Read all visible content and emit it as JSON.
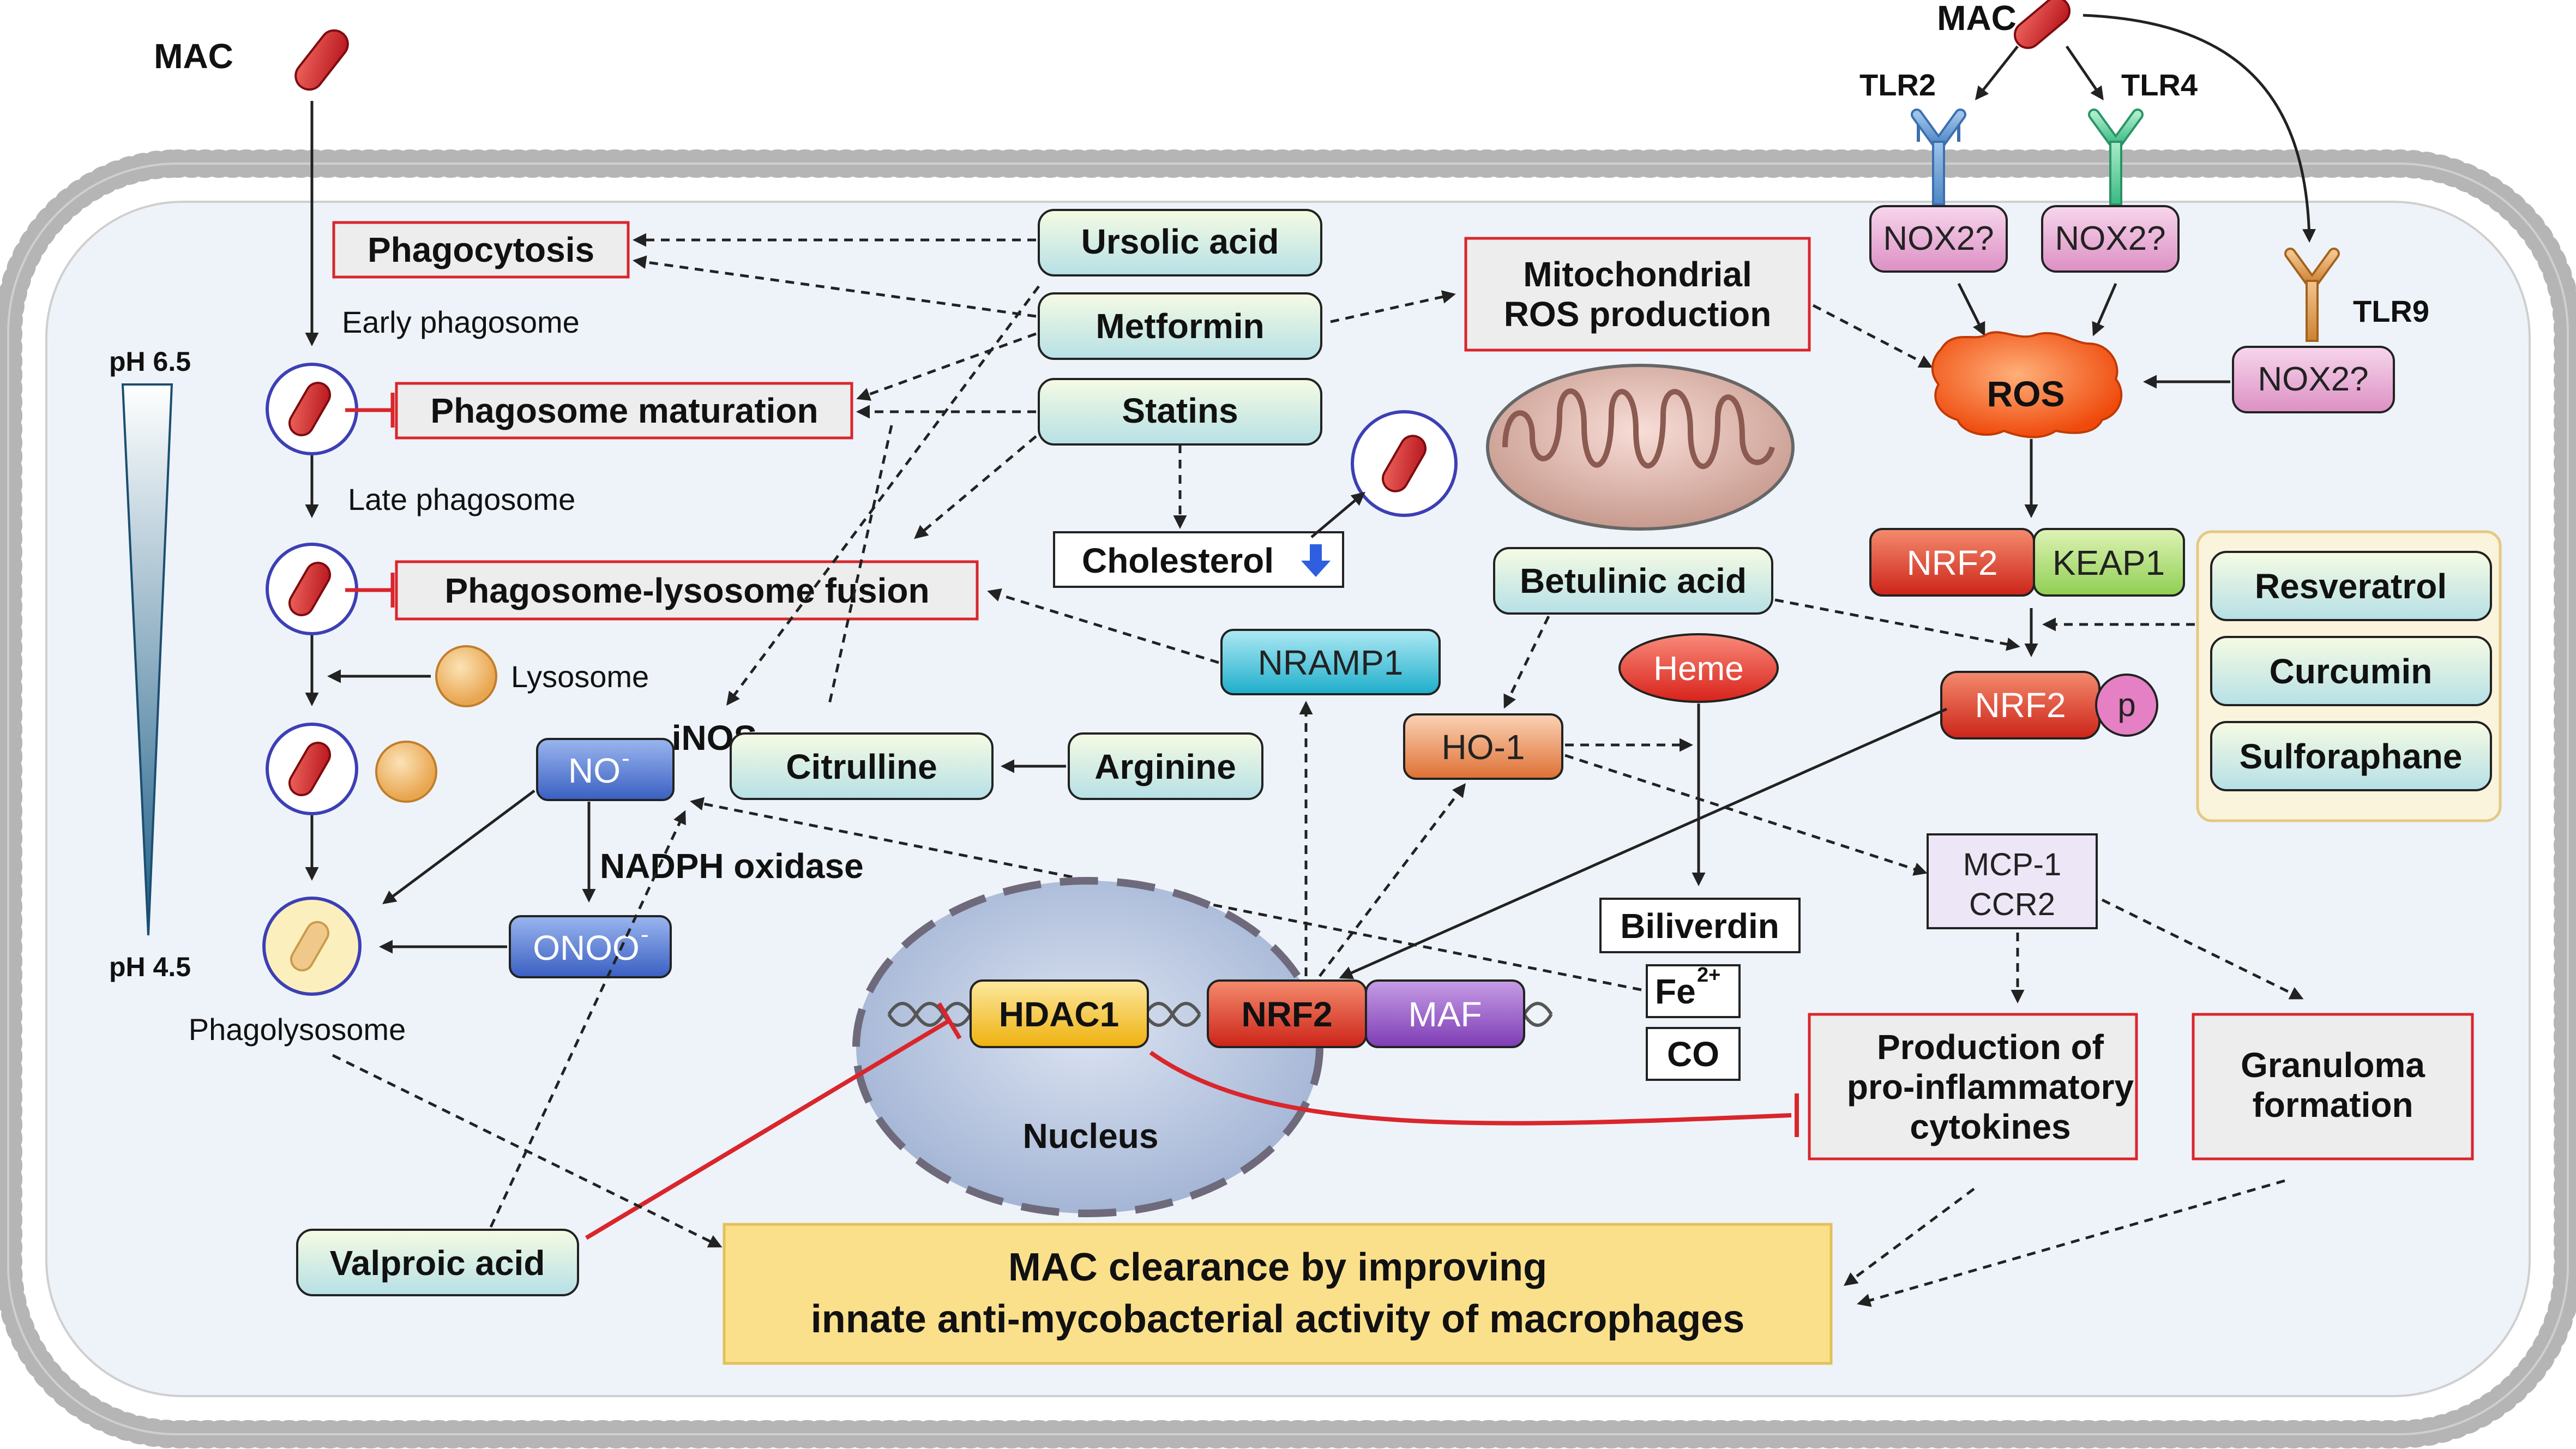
{
  "colors": {
    "cell_fill": "#eef3f9",
    "membrane": "#b9b9b9",
    "bacterium": "#c8191e",
    "inhibit_red": "#d9262c",
    "drug_box_top": "#f4fbe2",
    "drug_box_bottom": "#b8e3e8",
    "nrf2_red": "#e03a2c",
    "keap1_green": "#b7e27f",
    "maf_purple": "#9a57c9",
    "hdac1_yellow": "#f5c22b",
    "nramp1_cyan": "#38c3dc",
    "no_blue": "#4a74cf",
    "ho1_orange": "#e8864a",
    "ros_orange": "#f55a14",
    "nox2_pink": "#e8a9d4",
    "outcome_box": "#fbe08c",
    "nucleus": "#b8c6e0"
  },
  "labels": {
    "mac_left": "MAC",
    "mac_right": "MAC",
    "tlr2": "TLR2",
    "tlr4": "TLR4",
    "tlr9": "TLR9",
    "nox2_a": "NOX2?",
    "nox2_b": "NOX2?",
    "nox2_c": "NOX2?",
    "ros": "ROS",
    "phagocytosis": "Phagocytosis",
    "early_phagosome": "Early phagosome",
    "phagosome_maturation": "Phagosome maturation",
    "late_phagosome": "Late phagosome",
    "phagosome_lysosome_fusion": "Phagosome-lysosome fusion",
    "lysosome": "Lysosome",
    "phagolysosome": "Phagolysosome",
    "ph_high": "pH 6.5",
    "ph_low": "pH 4.5",
    "ursolic_acid": "Ursolic acid",
    "metformin": "Metformin",
    "statins": "Statins",
    "cholesterol": "Cholesterol",
    "mito_ros_line1": "Mitochondrial",
    "mito_ros_line2": "ROS production",
    "betulinic_acid": "Betulinic acid",
    "heme": "Heme",
    "ho1": "HO-1",
    "biliverdin": "Biliverdin",
    "fe": "Fe",
    "fe_charge": "2+",
    "co": "CO",
    "nramp1": "NRAMP1",
    "inos": "iNOS",
    "no": "NO",
    "no_charge": "-",
    "citrulline": "Citrulline",
    "arginine": "Arginine",
    "nadph_oxidase": "NADPH oxidase",
    "onoo": "ONOO",
    "onoo_charge": "-",
    "nrf2_top": "NRF2",
    "keap1": "KEAP1",
    "nrf2_p": "NRF2",
    "p": "p",
    "resveratrol": "Resveratrol",
    "curcumin": "Curcumin",
    "sulforaphane": "Sulforaphane",
    "mcp1": "MCP-1",
    "ccr2": "CCR2",
    "cytokines_line1": "Production of",
    "cytokines_line2": "pro-inflammatory",
    "cytokines_line3": "cytokines",
    "granuloma_line1": "Granuloma",
    "granuloma_line2": "formation",
    "hdac1": "HDAC1",
    "nrf2_nucleus": "NRF2",
    "maf": "MAF",
    "nucleus": "Nucleus",
    "valproic_acid": "Valproic acid",
    "outcome_line1": "MAC clearance by improving",
    "outcome_line2": "innate anti-mycobacterial activity of macrophages"
  }
}
